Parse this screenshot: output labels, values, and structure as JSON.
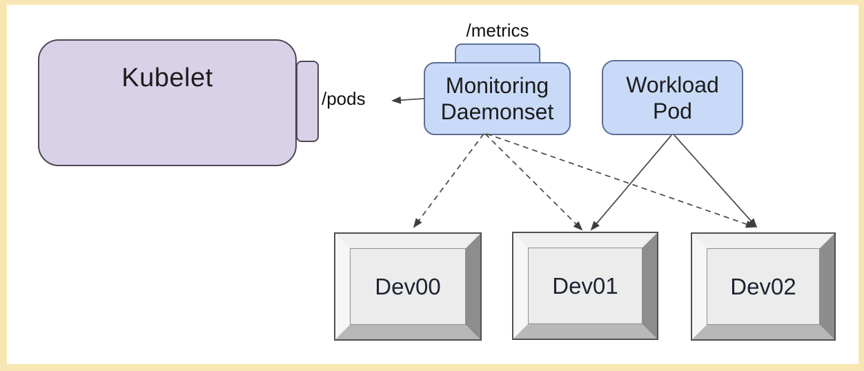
{
  "colors": {
    "canvas_background": "#ffffff",
    "canvas_frame": "#f8e6b2",
    "kubelet_fill": "#d8d1e8",
    "pod_fill": "#c9daf8",
    "device_face": "#ececec",
    "line_color": "#4e4e4e"
  },
  "nodes": {
    "kubelet": {
      "label": "Kubelet",
      "endpoint_label": "/pods"
    },
    "monitoring_daemonset": {
      "label_line1": "Monitoring",
      "label_line2": "Daemonset",
      "endpoint_label": "/metrics"
    },
    "workload_pod": {
      "label_line1": "Workload",
      "label_line2": "Pod"
    },
    "devices": [
      {
        "label": "Dev00"
      },
      {
        "label": "Dev01"
      },
      {
        "label": "Dev02"
      }
    ]
  },
  "connections": [
    {
      "from": "monitoring_daemonset",
      "to": "kubelet_pods_endpoint",
      "style": "solid-arrow"
    },
    {
      "from": "monitoring_daemonset",
      "to": "dev00",
      "style": "dashed-arrow"
    },
    {
      "from": "monitoring_daemonset",
      "to": "dev01",
      "style": "dashed-arrow"
    },
    {
      "from": "monitoring_daemonset",
      "to": "dev02",
      "style": "dashed-arrow"
    },
    {
      "from": "workload_pod",
      "to": "dev01",
      "style": "solid-arrow"
    },
    {
      "from": "workload_pod",
      "to": "dev02",
      "style": "solid-arrow"
    }
  ]
}
